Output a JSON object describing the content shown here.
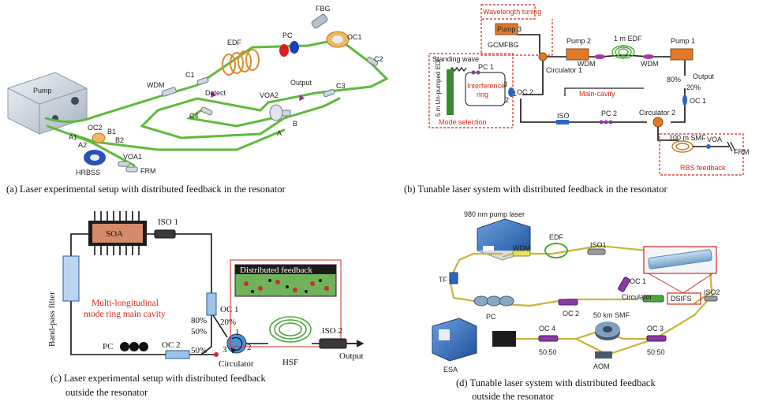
{
  "panel_a": {
    "labels": {
      "pump": "Pump",
      "wdm": "WDM",
      "edf": "EDF",
      "pc": "PC",
      "fbg": "FBG",
      "oc1": "OC1",
      "c1": "C1",
      "c2": "C2",
      "c3": "C3",
      "c4": "C4",
      "detect": "Detect",
      "output": "Output",
      "voa2": "VOA2",
      "a": "A",
      "b": "B",
      "a1": "A1",
      "a2": "A2",
      "oc2": "OC2",
      "b1": "B1",
      "b2": "B2",
      "voa1": "VOA1",
      "hrbss": "HRBSS",
      "frm": "FRM"
    },
    "caption": "(a) Laser experimental setup with distributed feedback in the resonator"
  },
  "panel_b": {
    "labels": {
      "wavelength_tuning": "Wavelength tuning",
      "pump3": "Pump 3",
      "gcmfbg": "GCMFBG",
      "pump2": "Pump 2",
      "edf": "1 m EDF",
      "pump1": "Pump 1",
      "wdm_l": "WDM",
      "wdm_r": "WDM",
      "standing_wave": "Standing wave",
      "pc1": "PC 1",
      "un_pumped": "5 m Un-pumped EDF",
      "interference": "Interference",
      "ring": "ring",
      "mode_selection": "Mode selection",
      "n3": "3",
      "n1": "1",
      "n2": "2",
      "oc2": "OC 2",
      "circulator1": "Circulator 1",
      "main_cavity": "Main-cavity",
      "p80": "80%",
      "output": "Output",
      "p20": "20%",
      "oc1": "OC 1",
      "iso": "ISO",
      "pc2": "PC 2",
      "circulator2": "Circulator 2",
      "smf": "100 m SMF",
      "voa": "VOA",
      "frm": "FRM",
      "rbs": "RBS feedback"
    },
    "caption": "(b) Tunable laser system with distributed feedback in the resonator"
  },
  "panel_c": {
    "labels": {
      "soa": "SOA",
      "iso1": "ISO 1",
      "bandpass": "Band-pass filter",
      "multi1": "Multi-longitudinal",
      "multi2": "mode ring main cavity",
      "pc": "PC",
      "oc1": "OC 1",
      "p80": "80%",
      "p20": "20%",
      "p50a": "50%",
      "p50b": "50%",
      "oc2": "OC 2",
      "n1": "1",
      "n2": "2",
      "n3": "3",
      "circulator": "Circulator",
      "distributed": "Distributed feedback",
      "hsf": "HSF",
      "iso2": "ISO 2",
      "output": "Output"
    },
    "caption1": "(c) Laser experimental setup with distributed feedback",
    "caption2": "outside the resonator"
  },
  "panel_d": {
    "labels": {
      "pump": "980 nm pump laser",
      "edf": "EDF",
      "wdm": "WDM",
      "iso1": "ISO1",
      "tf": "TF",
      "oc1": "OC 1",
      "circulator": "Circulator",
      "dsifs": "DSIFS",
      "iso2": "ISO2",
      "pc": "PC",
      "oc2": "OC 2",
      "smf": "50 km SMF",
      "esa": "ESA",
      "oc4": "OC 4",
      "r4": "50:50",
      "oc3": "OC 3",
      "r3": "50:50",
      "aom": "AOM"
    },
    "caption1": "(d) Tunable laser system with distributed feedback",
    "caption2": "outside the resonator"
  }
}
